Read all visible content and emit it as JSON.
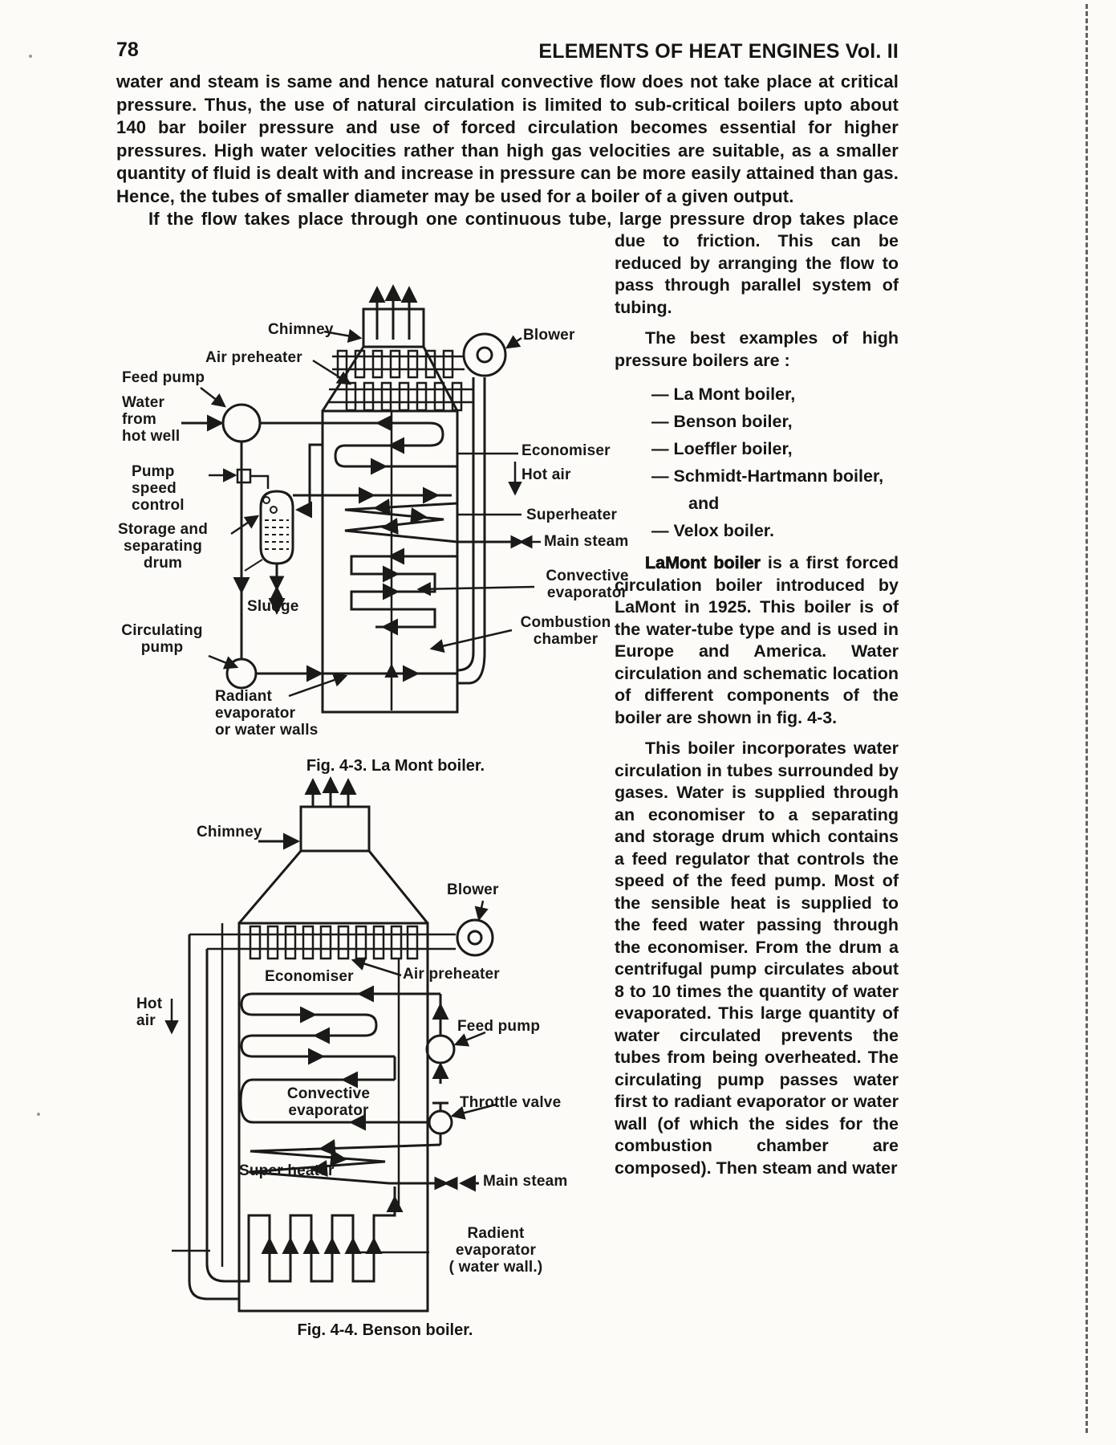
{
  "colors": {
    "ink": "#1a1a1a",
    "paper": "#fcfbf7"
  },
  "header": {
    "page_number": "78",
    "title": "ELEMENTS OF HEAT ENGINES Vol. II"
  },
  "intro": {
    "para1": "water and steam is same and hence natural convective flow does not take place at critical pressure. Thus, the use of natural circulation is limited to sub-critical boilers upto about 140 bar boiler pressure and use of forced circulation becomes essential for higher pressures. High water velocities rather than high gas velocities are suitable, as a smaller quantity of fluid is dealt with and increase in pressure can be more easily attained than gas. Hence, the tubes of smaller diameter may be used for a boiler of a given output.",
    "para2_line1": "If the flow takes place through one continuous tube, large pressure drop takes place"
  },
  "right_column": {
    "para2_rest": "due to friction. This can be reduced by arranging the flow to pass through parallel system of tubing.",
    "examples_intro": "The best examples of high pressure boilers are :",
    "list": [
      "— La Mont boiler,",
      "— Benson boiler,",
      "— Loeffler boiler,",
      "— Schmidt-Hartmann boiler,",
      "and",
      "— Velox boiler."
    ],
    "lamont_lead": "LaMont boiler",
    "lamont_rest": " is a first forced circulation boiler introduced by LaMont in 1925. This boiler is of the water-tube type and is used in Europe and America. Water circulation and schematic location of different components of the boiler are shown in fig. 4-3.",
    "final_para": "This boiler incorporates water circulation in tubes surrounded by gases. Water is supplied through an economiser to a separating and storage drum which contains a feed regulator that controls the speed of the feed pump. Most of the sensible heat is supplied to the feed water passing through the economiser. From the drum a centrifugal pump circulates about 8 to 10 times the quantity of water evaporated. This large quantity of water circulated prevents the tubes from being overheated. The circulating pump passes water first to radiant evaporator or water wall (of which the sides for the combustion chamber are composed). Then steam and water"
  },
  "fig43": {
    "caption": "Fig. 4-3. La Mont boiler.",
    "labels": {
      "chimney": "Chimney",
      "air_preheater": "Air preheater",
      "blower": "Blower",
      "feed_pump": "Feed pump",
      "water_hot_well": "Water\nfrom\nhot well",
      "pump_speed": "Pump\nspeed\ncontrol",
      "storage_drum": "Storage and\nseparating\ndrum",
      "sludge": "Sludge",
      "circulating_pump": "Circulating\npump",
      "radiant": "Radiant\nevaporator\nor water walls",
      "economiser": "Economiser",
      "hot_air": "Hot air",
      "superheater": "Superheater",
      "main_steam": "Main steam",
      "convective": "Convective\nevaporator",
      "combustion": "Combustion\nchamber"
    }
  },
  "fig44": {
    "caption": "Fig. 4-4. Benson boiler.",
    "labels": {
      "chimney": "Chimney",
      "blower": "Blower",
      "economiser": "Economiser",
      "air_preheater": "Air preheater",
      "hot_air": "Hot\nair",
      "feed_pump": "Feed pump",
      "convective": "Convective\nevaporator",
      "throttle": "Throttle valve",
      "superheater": "Super heater",
      "main_steam": "Main steam",
      "radiant": "Radient evaporator\n( water wall.)"
    }
  }
}
